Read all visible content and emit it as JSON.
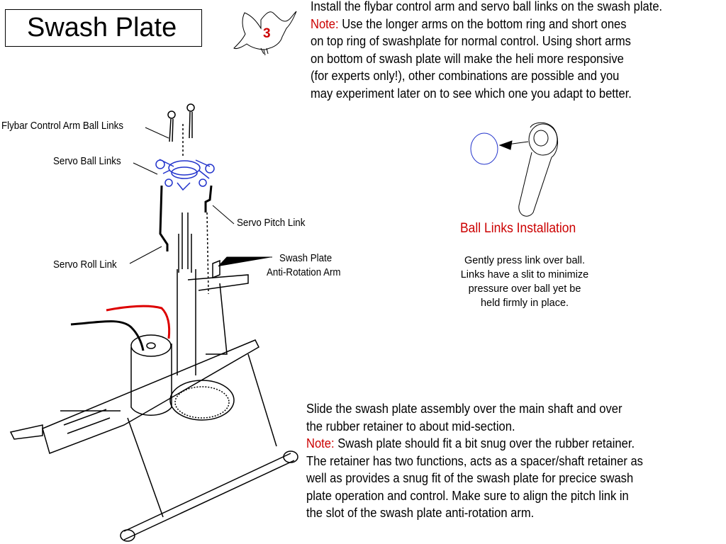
{
  "header": {
    "title": "Swash Plate"
  },
  "step": {
    "number": "3",
    "icon": "dove-icon"
  },
  "intro": {
    "line1": "Install the flybar control arm and servo ball links on the swash plate.",
    "note_label": "Note:",
    "line2": " Use the longer arms on the bottom ring and short ones",
    "line3": "on top ring of swashplate for normal control. Using short arms",
    "line4": "on bottom of swash plate will make the heli more responsive",
    "line5": "(for experts only!), other combinations are possible and you",
    "line6": "may experiment later on to see which one you adapt to better."
  },
  "labels": {
    "flybar_links": "Flybar Control Arm Ball Links",
    "servo_ball_links": "Servo Ball Links",
    "servo_pitch_link": "Servo Pitch Link",
    "servo_roll_link": "Servo Roll Link",
    "anti_rotation_1": "Swash Plate",
    "anti_rotation_2": "Anti-Rotation Arm"
  },
  "ball_links": {
    "title": "Ball Links Installation",
    "desc_line1": "Gently press link over ball.",
    "desc_line2": "Links have a slit to minimize",
    "desc_line3": "pressure over ball yet be",
    "desc_line4": "held firmly in place."
  },
  "slide": {
    "line1": "Slide the swash plate assembly over the main shaft and over",
    "line2": "the rubber retainer to about mid-section.",
    "note_label": "Note:",
    "line3": " Swash plate should fit a bit snug over the rubber retainer.",
    "line4": "The retainer has two functions, acts as a spacer/shaft retainer as",
    "line5": "well as provides a snug fit of the swash plate for precice swash",
    "line6": "plate operation and control. Make sure to align the pitch link in",
    "line7": "the slot of the swash plate anti-rotation arm."
  },
  "colors": {
    "note": "#cc0000",
    "swash_plate": "#2233cc",
    "wire_red": "#dd0000"
  }
}
